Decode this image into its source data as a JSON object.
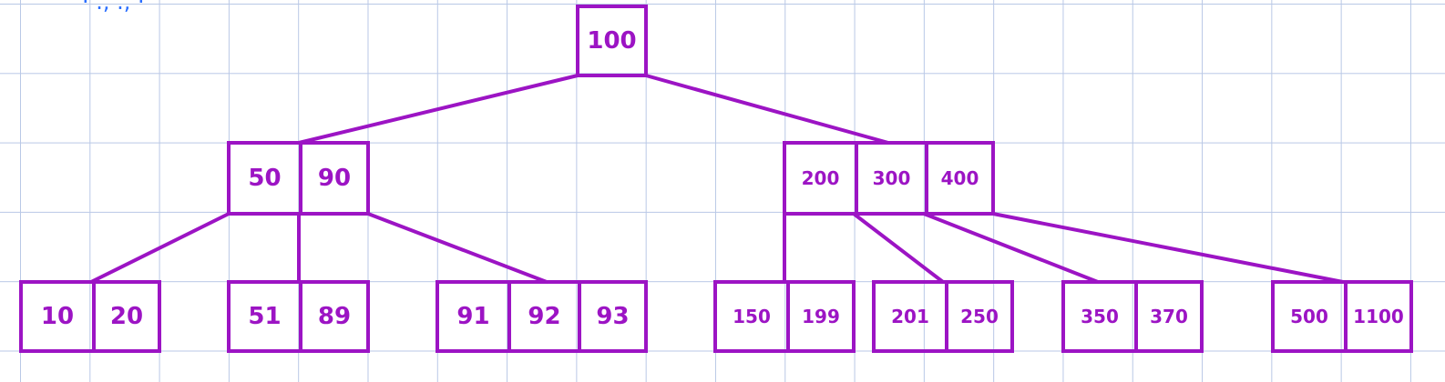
{
  "colors": {
    "ink": "#9c14c4",
    "grid": "#b9c8e6",
    "paper": "#ffffff",
    "scribble": "#2b6fff"
  },
  "tree": {
    "root": {
      "keys": [
        "100"
      ]
    },
    "level1": [
      {
        "keys": [
          "50",
          "90"
        ]
      },
      {
        "keys": [
          "200",
          "300",
          "400"
        ]
      }
    ],
    "leaves": [
      {
        "keys": [
          "10",
          "20"
        ]
      },
      {
        "keys": [
          "51",
          "89"
        ]
      },
      {
        "keys": [
          "91",
          "92",
          "93"
        ]
      },
      {
        "keys": [
          "150",
          "199"
        ]
      },
      {
        "keys": [
          "201",
          "250"
        ]
      },
      {
        "keys": [
          "350",
          "370"
        ]
      },
      {
        "keys": [
          "500",
          "1100"
        ]
      }
    ]
  }
}
